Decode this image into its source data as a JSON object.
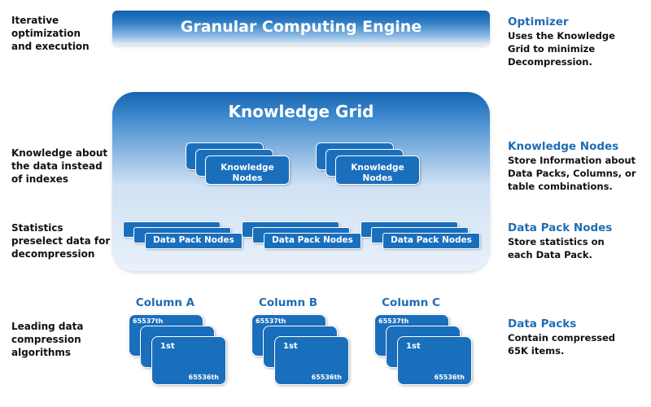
{
  "left_notes": {
    "engine": "Iterative\noptimization\nand execution",
    "knowledge": "Knowledge about\nthe data instead\nof indexes",
    "statistics": "Statistics\npreselect data for\ndecompression",
    "compression": "Leading data\ncompression\nalgorithms"
  },
  "engine": {
    "title": "Granular Computing Engine"
  },
  "grid": {
    "title": "Knowledge Grid",
    "knowledge_node_label": "Knowledge\nNodes",
    "data_pack_node_label": "Data Pack Nodes"
  },
  "columns": [
    {
      "title": "Column A",
      "top_label": "65537th",
      "first_label": "1st",
      "last_label": "65536th"
    },
    {
      "title": "Column B",
      "top_label": "65537th",
      "first_label": "1st",
      "last_label": "65536th"
    },
    {
      "title": "Column C",
      "top_label": "65537th",
      "first_label": "1st",
      "last_label": "65536th"
    }
  ],
  "right_notes": {
    "optimizer": {
      "title": "Optimizer",
      "desc": "Uses the Knowledge\nGrid to minimize\nDecompression."
    },
    "knowledge_nodes": {
      "title": "Knowledge Nodes",
      "desc": "Store Information about\nData Packs, Columns, or\ntable combinations."
    },
    "data_pack_nodes": {
      "title": "Data Pack Nodes",
      "desc": "Store statistics on\neach Data Pack."
    },
    "data_packs": {
      "title": "Data Packs",
      "desc": "Contain compressed\n65K items."
    }
  },
  "colors": {
    "accent": "#1f6db3",
    "card": "#1a6fbd"
  }
}
